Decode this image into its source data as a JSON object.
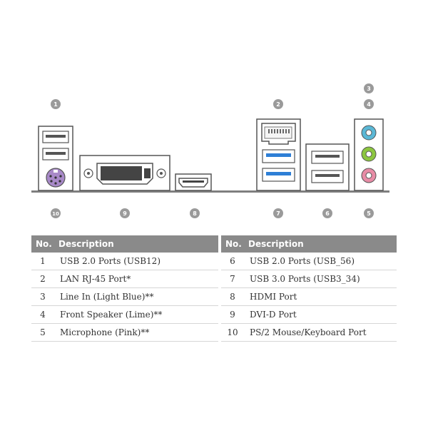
{
  "callouts": [
    {
      "number": "1"
    },
    {
      "number": "2"
    },
    {
      "number": "3"
    },
    {
      "number": "4"
    },
    {
      "number": "5"
    },
    {
      "number": "6"
    },
    {
      "number": "7"
    },
    {
      "number": "8"
    },
    {
      "number": "9"
    },
    {
      "number": "10"
    }
  ],
  "tables": {
    "left": {
      "header_no": "No.",
      "header_desc": "Description",
      "rows": [
        {
          "no": "1",
          "desc": "USB 2.0 Ports (USB12)"
        },
        {
          "no": "2",
          "desc": "LAN RJ-45 Port*"
        },
        {
          "no": "3",
          "desc": "Line In (Light Blue)**"
        },
        {
          "no": "4",
          "desc": "Front Speaker (Lime)**"
        },
        {
          "no": "5",
          "desc": "Microphone (Pink)**"
        }
      ]
    },
    "right": {
      "header_no": "No.",
      "header_desc": "Description",
      "rows": [
        {
          "no": "6",
          "desc": "USB 2.0 Ports (USB_56)"
        },
        {
          "no": "7",
          "desc": "USB 3.0 Ports (USB3_34)"
        },
        {
          "no": "8",
          "desc": "HDMI Port"
        },
        {
          "no": "9",
          "desc": "DVI-D Port"
        },
        {
          "no": "10",
          "desc": "PS/2 Mouse/Keyboard Port"
        }
      ]
    }
  },
  "colors": {
    "line_in": "#5bb8d6",
    "front_speaker": "#8cc63f",
    "microphone": "#e88ca6",
    "usb3": "#2e7fd6",
    "ps2": "#a889c8",
    "callout": "#9a9a9a",
    "header_bg": "#8a8a8a"
  }
}
